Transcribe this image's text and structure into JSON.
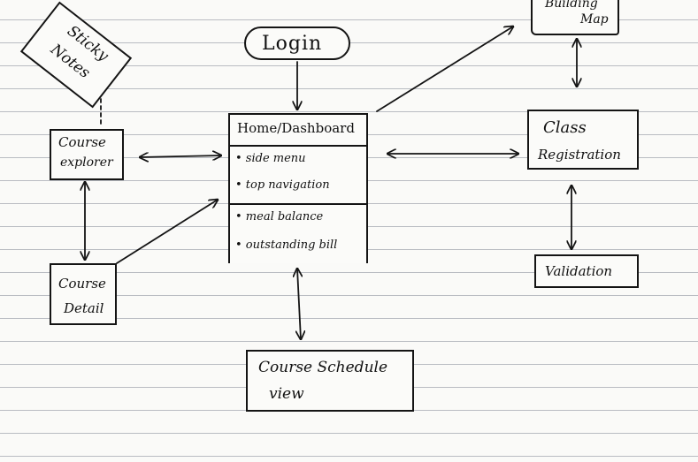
{
  "nodes": {
    "login": "Login",
    "sticky_notes": [
      "Sticky",
      "Notes"
    ],
    "building_map": [
      "Building",
      "Map"
    ],
    "course_explorer": [
      "Course",
      "explorer"
    ],
    "dashboard": {
      "title": "Home/Dashboard",
      "section1": [
        "• side menu",
        "• top navigation"
      ],
      "section2": [
        "• meal balance",
        "• outstanding bill"
      ]
    },
    "class_registration": [
      "Class",
      "Registration"
    ],
    "course_detail": [
      "Course",
      "Detail"
    ],
    "validation": "Validation",
    "course_schedule": [
      "Course Schedule",
      "view"
    ]
  },
  "edges": [
    {
      "from": "login",
      "to": "dashboard",
      "direction": "forward"
    },
    {
      "from": "dashboard",
      "to": "building_map",
      "direction": "forward"
    },
    {
      "from": "building_map",
      "to": "class_registration",
      "direction": "both"
    },
    {
      "from": "course_explorer",
      "to": "dashboard",
      "direction": "both"
    },
    {
      "from": "dashboard",
      "to": "class_registration",
      "direction": "both"
    },
    {
      "from": "course_explorer",
      "to": "course_detail",
      "direction": "both"
    },
    {
      "from": "course_detail",
      "to": "dashboard",
      "direction": "forward"
    },
    {
      "from": "class_registration",
      "to": "validation",
      "direction": "both"
    },
    {
      "from": "dashboard",
      "to": "course_schedule",
      "direction": "both"
    },
    {
      "from": "sticky_notes",
      "to": "course_explorer",
      "direction": "none",
      "style": "dashed"
    }
  ],
  "colors": {
    "ink": "#141414",
    "paper": "#fafaf8",
    "ruled_line": "#b9bcc2"
  }
}
